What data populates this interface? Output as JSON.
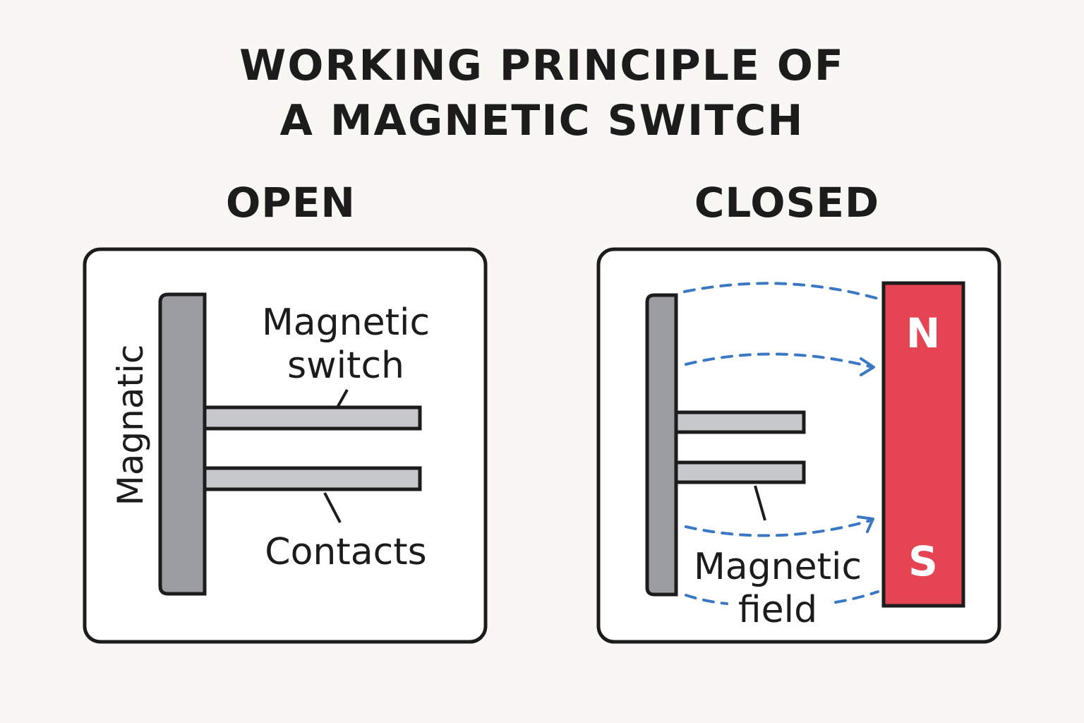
{
  "title": {
    "line1": "WORKING PRINCIPLE OF",
    "line2": "A MAGNETIC SWITCH"
  },
  "panels": {
    "open": {
      "heading": "OPEN",
      "side_label": "Magnatic",
      "switch_label_line1": "Magnetic",
      "switch_label_line2": "switch",
      "contacts_label": "Contacts"
    },
    "closed": {
      "heading": "CLOSED",
      "magnet_north": "N",
      "magnet_south": "S",
      "field_label_line1": "Magnetic",
      "field_label_line2": "field"
    }
  },
  "colors": {
    "background": "#f8f7f3",
    "panel_fill": "#ffffff",
    "outline": "#1c1c1c",
    "bar_gray": "#9b9da2",
    "contact_gray": "#c6c8cb",
    "magnet_red": "#e54553",
    "field_blue": "#3b78c4"
  }
}
